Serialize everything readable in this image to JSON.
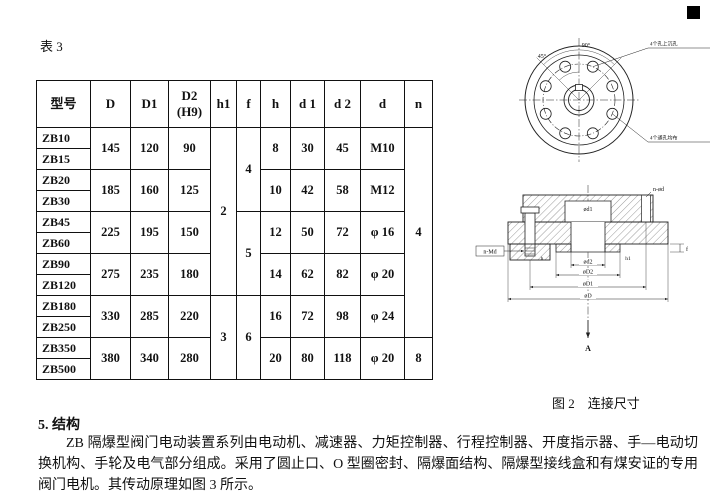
{
  "page": {
    "table_label": "表 3",
    "figure_caption": "图 2　连接尺寸",
    "section_heading": "5. 结构",
    "paragraph": "ZB 隔爆型阀门电动装置系列由电动机、减速器、力矩控制器、行程控制器、开度指示器、手—电动切换机构、手轮及电气部分组成。采用了圆止口、O 型圈密封、隔爆面结构、隔爆型接线盒和有煤安证的专用阀门电机。其传动原理如图 3 所示。"
  },
  "table": {
    "header": [
      "型号",
      "D",
      "D1",
      "D2\n(H9)",
      "h1",
      "f",
      "h",
      "d 1",
      "d 2",
      "d",
      "n"
    ],
    "rows": [
      [
        {
          "t": "ZB10",
          "c": "model"
        },
        {
          "t": "145",
          "r": 2
        },
        {
          "t": "120",
          "r": 2
        },
        {
          "t": "90",
          "r": 2
        },
        {
          "t": "2",
          "r": 8
        },
        {
          "t": "4",
          "r": 4
        },
        {
          "t": "8",
          "r": 2
        },
        {
          "t": "30",
          "r": 2
        },
        {
          "t": "45",
          "r": 2
        },
        {
          "t": "M10",
          "r": 2
        },
        {
          "t": "4",
          "r": 10
        }
      ],
      [
        {
          "t": "ZB15",
          "c": "model"
        }
      ],
      [
        {
          "t": "ZB20",
          "c": "model"
        },
        {
          "t": "185",
          "r": 2
        },
        {
          "t": "160",
          "r": 2
        },
        {
          "t": "125",
          "r": 2
        },
        {
          "t": "10",
          "r": 2
        },
        {
          "t": "42",
          "r": 2
        },
        {
          "t": "58",
          "r": 2
        },
        {
          "t": "M12",
          "r": 2
        }
      ],
      [
        {
          "t": "ZB30",
          "c": "model"
        }
      ],
      [
        {
          "t": "ZB45",
          "c": "model"
        },
        {
          "t": "225",
          "r": 2
        },
        {
          "t": "195",
          "r": 2
        },
        {
          "t": "150",
          "r": 2
        },
        {
          "t": "5",
          "r": 4
        },
        {
          "t": "12",
          "r": 2
        },
        {
          "t": "50",
          "r": 2
        },
        {
          "t": "72",
          "r": 2
        },
        {
          "t": "φ 16",
          "r": 2
        }
      ],
      [
        {
          "t": "ZB60",
          "c": "model"
        }
      ],
      [
        {
          "t": "ZB90",
          "c": "model"
        },
        {
          "t": "275",
          "r": 2
        },
        {
          "t": "235",
          "r": 2
        },
        {
          "t": "180",
          "r": 2
        },
        {
          "t": "14",
          "r": 2
        },
        {
          "t": "62",
          "r": 2
        },
        {
          "t": "82",
          "r": 2
        },
        {
          "t": "φ 20",
          "r": 2
        }
      ],
      [
        {
          "t": "ZB120",
          "c": "model"
        }
      ],
      [
        {
          "t": "ZB180",
          "c": "model"
        },
        {
          "t": "330",
          "r": 2
        },
        {
          "t": "285",
          "r": 2
        },
        {
          "t": "220",
          "r": 2
        },
        {
          "t": "3",
          "r": 4
        },
        {
          "t": "6",
          "r": 4
        },
        {
          "t": "16",
          "r": 2
        },
        {
          "t": "72",
          "r": 2
        },
        {
          "t": "98",
          "r": 2
        },
        {
          "t": "φ 24",
          "r": 2
        }
      ],
      [
        {
          "t": "ZB250",
          "c": "model"
        }
      ],
      [
        {
          "t": "ZB350",
          "c": "model"
        },
        {
          "t": "380",
          "r": 2
        },
        {
          "t": "340",
          "r": 2
        },
        {
          "t": "280",
          "r": 2
        },
        {
          "t": "20",
          "r": 2
        },
        {
          "t": "80",
          "r": 2
        },
        {
          "t": "118",
          "r": 2
        },
        {
          "t": "φ 20",
          "r": 2
        },
        {
          "t": "8",
          "r": 2
        }
      ],
      [
        {
          "t": "ZB500",
          "c": "model"
        }
      ]
    ]
  },
  "drawing": {
    "angle_90": "90°",
    "angle_45": "45°",
    "note_top": "4个孔上沉孔",
    "note_bottom": "4个通孔均布",
    "label_n_od": "n-ød",
    "label_od1": "ød1",
    "label_n_md": "n-Md",
    "label_od2": "ød2",
    "label_oD2": "øD2",
    "label_oD1": "øD1",
    "label_oD": "øD",
    "label_h": "h",
    "label_h1": "h1",
    "label_f": "f",
    "label_A": "A"
  }
}
